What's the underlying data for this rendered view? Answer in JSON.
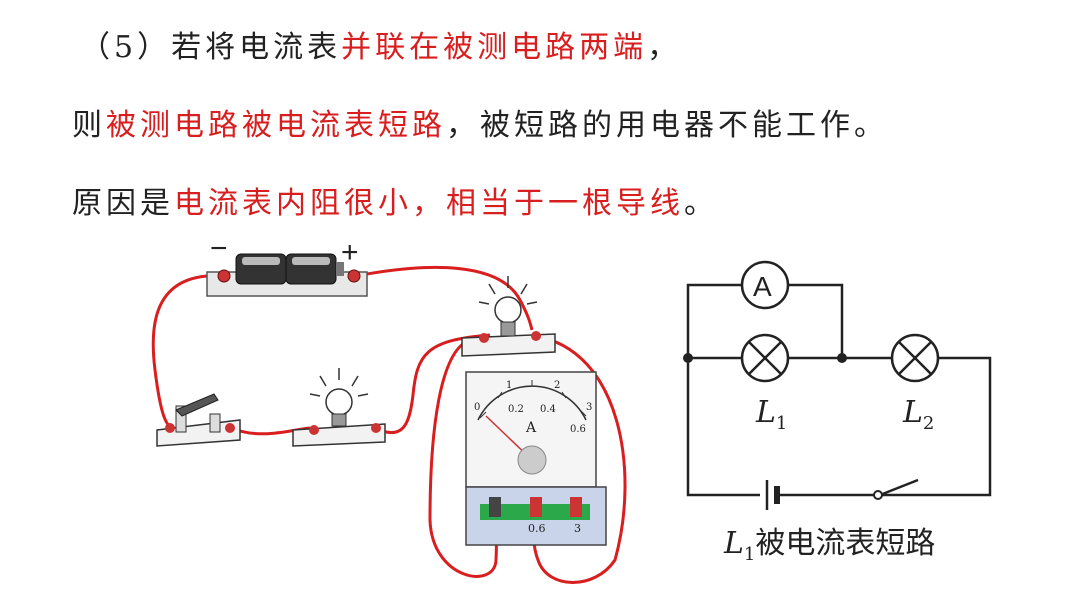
{
  "text": {
    "line1": {
      "a": "（5）若将电流表",
      "b": "并联在被测电路两端",
      "c": "，"
    },
    "line2": {
      "a": "则",
      "b": "被测电路被电流表短路",
      "c": "，被短路的用电器不能工作。"
    },
    "line3": {
      "a": "原因是",
      "b": "电流表内阻很小，相当于一根导线",
      "c": "。"
    }
  },
  "physical_circuit": {
    "battery_minus": "−",
    "battery_plus": "+",
    "meter_symbol": "A",
    "meter_scale_top": [
      "0",
      "1",
      "2",
      "3"
    ],
    "meter_scale_bottom": [
      "0.2",
      "0.4",
      "0.6"
    ],
    "terminals": [
      "0.6",
      "3"
    ]
  },
  "schematic": {
    "ammeter_label": "A",
    "lamp1_label": "L",
    "lamp1_sub": "1",
    "lamp2_label": "L",
    "lamp2_sub": "2",
    "caption_l": "L",
    "caption_sub": "1",
    "caption_text": "被电流表短路"
  },
  "colors": {
    "highlight": "#d81e1e",
    "wire": "#d81e1e",
    "text": "#222222"
  }
}
